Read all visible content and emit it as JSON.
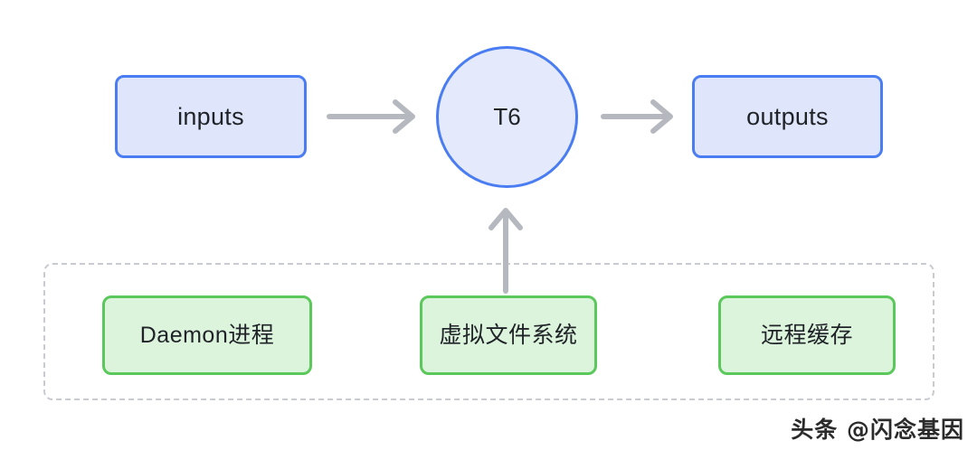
{
  "diagram": {
    "title": "T6 build pipeline with supporting services",
    "background_color": "#ffffff",
    "nodes": {
      "inputs": {
        "label": "inputs",
        "shape": "rounded-rect",
        "fill": "#dfe5fb",
        "stroke": "#4a7cf2"
      },
      "t6": {
        "label": "T6",
        "shape": "circle",
        "fill": "#e4eafb",
        "stroke": "#4a7cf2"
      },
      "outputs": {
        "label": "outputs",
        "shape": "rounded-rect",
        "fill": "#dfe5fb",
        "stroke": "#4a7cf2"
      },
      "daemon": {
        "label": "Daemon进程",
        "shape": "rounded-rect",
        "fill": "#dcf3dc",
        "stroke": "#5ac85a"
      },
      "vfs": {
        "label": "虚拟文件系统",
        "shape": "rounded-rect",
        "fill": "#dcf3dc",
        "stroke": "#5ac85a"
      },
      "cache": {
        "label": "远程缓存",
        "shape": "rounded-rect",
        "fill": "#dcf3dc",
        "stroke": "#5ac85a"
      }
    },
    "group": {
      "label": "",
      "style": "dashed",
      "stroke": "#c8ccd1"
    },
    "edges": [
      {
        "from": "inputs",
        "to": "t6",
        "direction": "right",
        "color": "#b5b9bf"
      },
      {
        "from": "t6",
        "to": "outputs",
        "direction": "right",
        "color": "#b5b9bf"
      },
      {
        "from": "vfs",
        "to": "t6",
        "direction": "up",
        "color": "#b5b9bf"
      }
    ]
  },
  "watermark": {
    "text": "头条 @闪念基因"
  }
}
